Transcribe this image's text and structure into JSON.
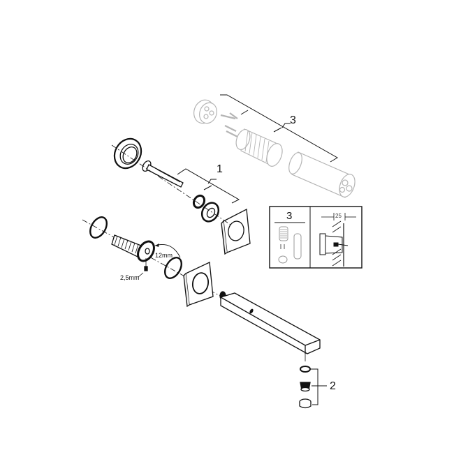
{
  "diagram": {
    "type": "exploded-view-parts-diagram",
    "callouts": [
      {
        "id": "1",
        "label": "1"
      },
      {
        "id": "2",
        "label": "2"
      },
      {
        "id": "3",
        "label": "3"
      }
    ],
    "dimensions": {
      "wrench_size": "12mm",
      "hex_key": "2,5mm",
      "inset_depth": "25"
    },
    "inset": {
      "left_label": "3"
    },
    "colors": {
      "line": "#111111",
      "faded": "#b5b5b5",
      "background": "#ffffff"
    }
  }
}
